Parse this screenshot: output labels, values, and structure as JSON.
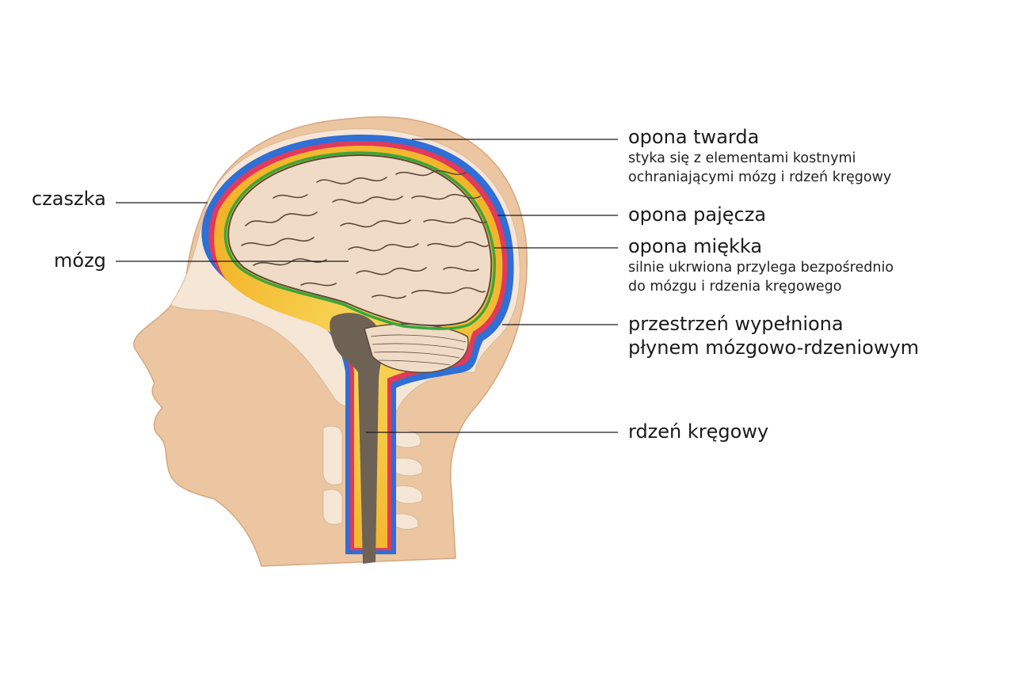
{
  "labels": {
    "czaszka": "czaszka",
    "mozg": "mózg",
    "opona_twarda": {
      "title": "opona twarda",
      "desc_1": "styka się z elementami kostnymi",
      "desc_2": "ochraniającymi mózg i rdzeń kręgowy"
    },
    "opona_pajecza": "opona pajęcza",
    "opona_miekka": {
      "title": "opona miękka",
      "desc_1": "silnie ukrwiona przylega bezpośrednio",
      "desc_2": "do mózgu i rdzenia kręgowego"
    },
    "przestrzen": {
      "line_1": "przestrzeń wypełniona",
      "line_2": "płynem mózgowo-rdzeniowym"
    },
    "rdzen": "rdzeń kręgowy"
  },
  "colors": {
    "skin": "#ecc6a0",
    "skull": "#f6e6d6",
    "dura": "#2f6fd6",
    "arachnoid": "#e23a5a",
    "csf": "#f7c93a",
    "pia": "#3aa63a",
    "brain": "#f0dcc6",
    "brain_outline": "#5c4a3c",
    "spinal_cord": "#6e6255",
    "leader": "#1a1a1a"
  }
}
